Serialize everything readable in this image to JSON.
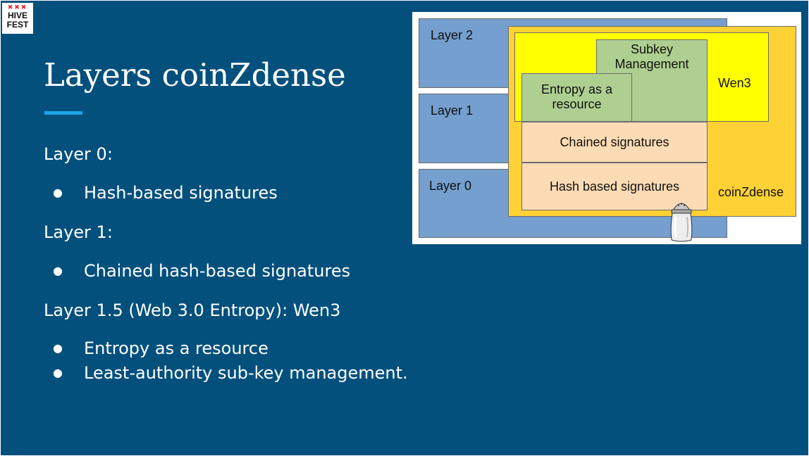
{
  "logo": {
    "marks": "✖✖✖",
    "line1": "HIVE",
    "line2": "FEST"
  },
  "slide": {
    "title": "Layers coinZdense",
    "layer0_heading": "Layer 0:",
    "layer0_bullets": [
      "Hash-based signatures"
    ],
    "layer1_heading": "Layer 1:",
    "layer1_bullets": [
      "Chained hash-based signatures"
    ],
    "layer15_heading": "Layer 1.5 (Web 3.0 Entropy): Wen3",
    "layer15_bullets": [
      "Entropy as a resource",
      "Least-authority sub-key management."
    ],
    "bullet_glyph": "●"
  },
  "diagram": {
    "layer2": "Layer 2",
    "layer1": "Layer 1",
    "layer0": "Layer 0",
    "coinzdense": "coinZdense",
    "wen3": "Wen3",
    "subkey_line1": "Subkey",
    "subkey_line2": "Management",
    "entropy_line1": "Entropy as a",
    "entropy_line2": "resource",
    "chained": "Chained signatures",
    "hash_based": "Hash based signatures",
    "salt_shaker_icon": "salt-shaker-icon"
  },
  "colors": {
    "background": "#03507d",
    "accent": "#1ba5e8",
    "layer_blue": "#749fce",
    "coinzdense_orange": "#fed134",
    "wen3_yellow": "#ffff00",
    "green": "#aecf90",
    "peach": "#fddbb4"
  }
}
